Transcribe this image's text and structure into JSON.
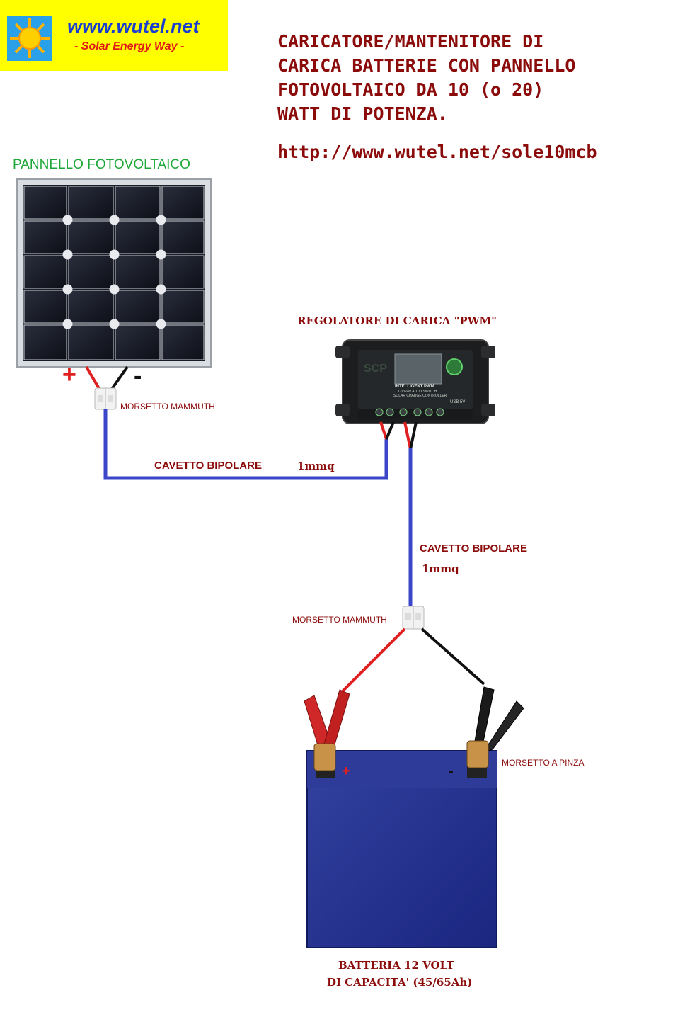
{
  "logo": {
    "site": "www.wutel.net",
    "tagline": "- Solar Energy Way -",
    "icon": "sun-icon"
  },
  "title": {
    "lines": [
      "CARICATORE/MANTENITORE DI",
      "CARICA BATTERIE CON PANNELLO",
      "FOTOVOLTAICO DA 10 (o 20)",
      "WATT DI POTENZA."
    ],
    "url": "http://www.wutel.net/sole10mcb"
  },
  "panel": {
    "label": "PANNELLO FOTOVOLTAICO",
    "plus": "+",
    "minus": "-"
  },
  "mammuth_top": {
    "label": "MORSETTO MAMMUTH"
  },
  "regulator": {
    "label": "REGOLATORE DI CARICA \"PWM\"",
    "brand": "SCP",
    "model_line1": "INTELLIGENT PWM",
    "model_line2": "12V/24V AUTO SWITCH",
    "model_line3": "SOLAR CHARGE CONTROLLER",
    "usb": "USB 5V"
  },
  "cable_h": {
    "label": "CAVETTO BIPOLARE",
    "size": "1mmq"
  },
  "cable_v": {
    "label": "CAVETTO BIPOLARE",
    "size": "1mmq"
  },
  "mammuth_bottom": {
    "label": "MORSETTO MAMMUTH"
  },
  "clamp": {
    "label": "MORSETTO A PINZA"
  },
  "battery": {
    "plus": "+",
    "minus": "-",
    "line1": "BATTERIA 12 VOLT",
    "line2": "DI CAPACITA' (45/65Ah)"
  },
  "colors": {
    "cable_blue": "#3a45c8",
    "wire_red": "#e02020",
    "wire_black": "#111111",
    "label_dark_red": "#8b0b0b",
    "logo_yellow": "#ffff00"
  }
}
